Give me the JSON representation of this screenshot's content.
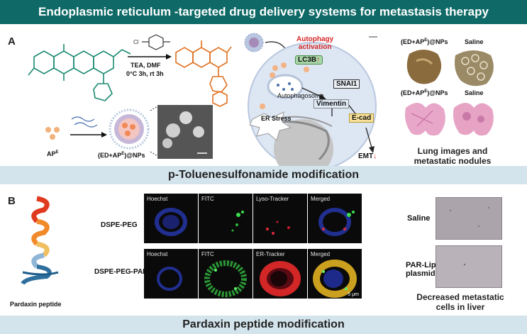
{
  "header": {
    "title": "Endoplasmic reticulum -targeted drug delivery systems for metastasis therapy"
  },
  "panel_a": {
    "label": "A",
    "reaction": {
      "conditions_line1": "TEA, DMF",
      "conditions_line2": "0°C 3h, rt 3h"
    },
    "ape_label": "AP",
    "ape_sup": "E",
    "nps_label_prefix": "(ED+AP",
    "nps_label_sup": "E",
    "nps_label_suffix": ")@NPs",
    "mechanism": {
      "autophagy_line1": "Autophagy",
      "autophagy_line2": "activation",
      "lc3b": "LC3B",
      "snai1": "SNAI1",
      "vimentin": "Vimentin",
      "autophagosome": "Autophagosome",
      "er_stress": "ER Stress",
      "ecad": "E-cad",
      "emt": "EMT"
    },
    "lung": {
      "label_treated_prefix": "(ED+AP",
      "label_treated_sup": "E",
      "label_treated_suffix": ")@NPs",
      "label_saline": "Saline",
      "caption_line1": "Lung images and",
      "caption_line2": "metastatic nodules"
    },
    "band": "p-Toluenesulfonamide modification"
  },
  "panel_b": {
    "label": "B",
    "peptide_caption": "Pardaxin peptide",
    "row1_label": "DSPE-PEG",
    "row2_label": "DSPE-PEG-PAR",
    "row1_tiles": [
      "Hoechst",
      "FITC",
      "Lyso-Tracker",
      "Merged"
    ],
    "row2_tiles": [
      "Hoechst",
      "FITC",
      "ER-Tracker",
      "Merged"
    ],
    "scale_bar": "5 μm",
    "liver": {
      "saline": "Saline",
      "parlipo_line1": "PAR-Lipo",
      "parlipo_line2": "plasmid",
      "caption_line1": "Decreased metastatic",
      "caption_line2": "cells in liver"
    },
    "band": "Pardaxin peptide modification"
  }
}
